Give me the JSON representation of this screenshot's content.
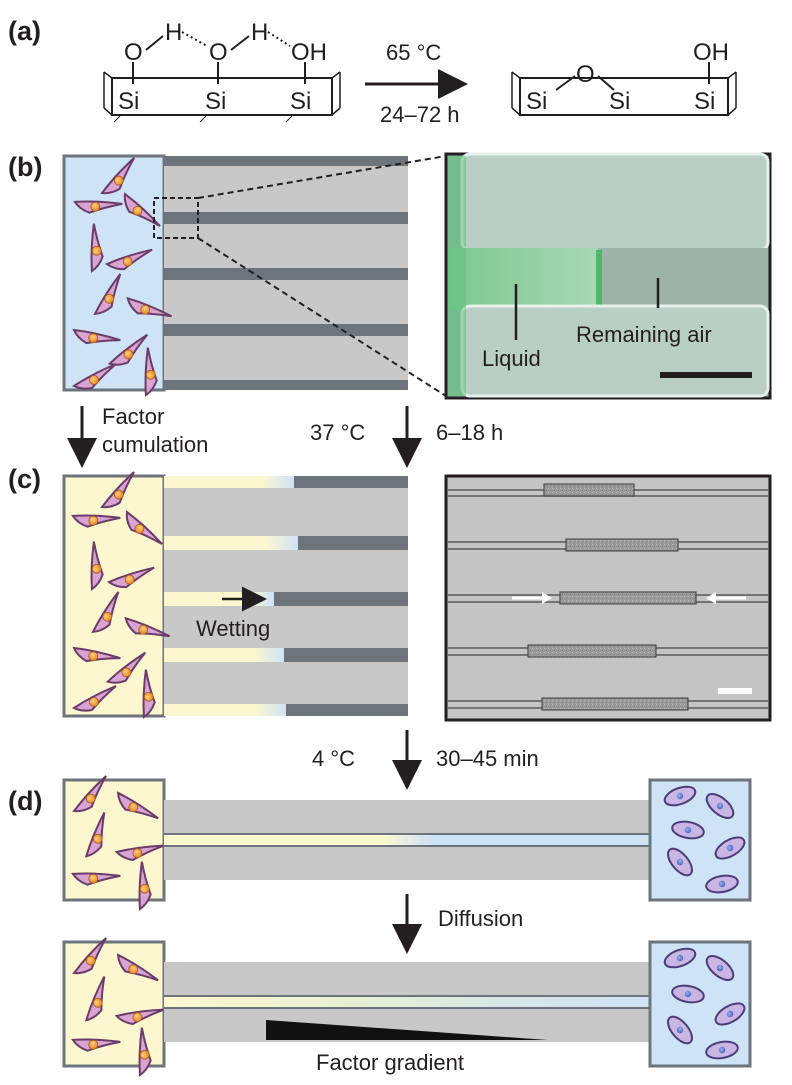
{
  "panels": {
    "a": {
      "letter": "(a)",
      "left_top": {
        "O1": "O",
        "H1": "H",
        "O2": "O",
        "H2": "H",
        "OH": "OH"
      },
      "left_si": [
        "Si",
        "Si",
        "Si"
      ],
      "arrow_top": "65 °C",
      "arrow_bottom": "24–72 h",
      "right_top": {
        "O": "O",
        "OH": "OH"
      },
      "right_si": [
        "Si",
        "Si",
        "Si"
      ]
    },
    "b": {
      "letter": "(b)",
      "photo_labels": {
        "liquid": "Liquid",
        "air": "Remaining air"
      }
    },
    "b_to_c": {
      "left_arrow": "Factor\ncumulation",
      "left_line1": "Factor",
      "left_line2": "cumulation",
      "temp": "37 °C",
      "time": "6–18 h"
    },
    "c": {
      "letter": "(c)",
      "wetting": "Wetting"
    },
    "c_to_d": {
      "temp": "4 °C",
      "time": "30–45 min"
    },
    "d": {
      "letter": "(d)",
      "diffusion": "Diffusion",
      "gradient": "Factor gradient"
    }
  },
  "colors": {
    "cell_chamber_blue": "#cfe3f6",
    "cell_chamber_yellow": "#fdf7cf",
    "channel_gray": "#c8c8c8",
    "channel_dark": "#6d747c",
    "cell_pink": "#d9a3d2",
    "nucleus_orange": "#f2a23a",
    "liquid_green": "#5fc27a"
  }
}
